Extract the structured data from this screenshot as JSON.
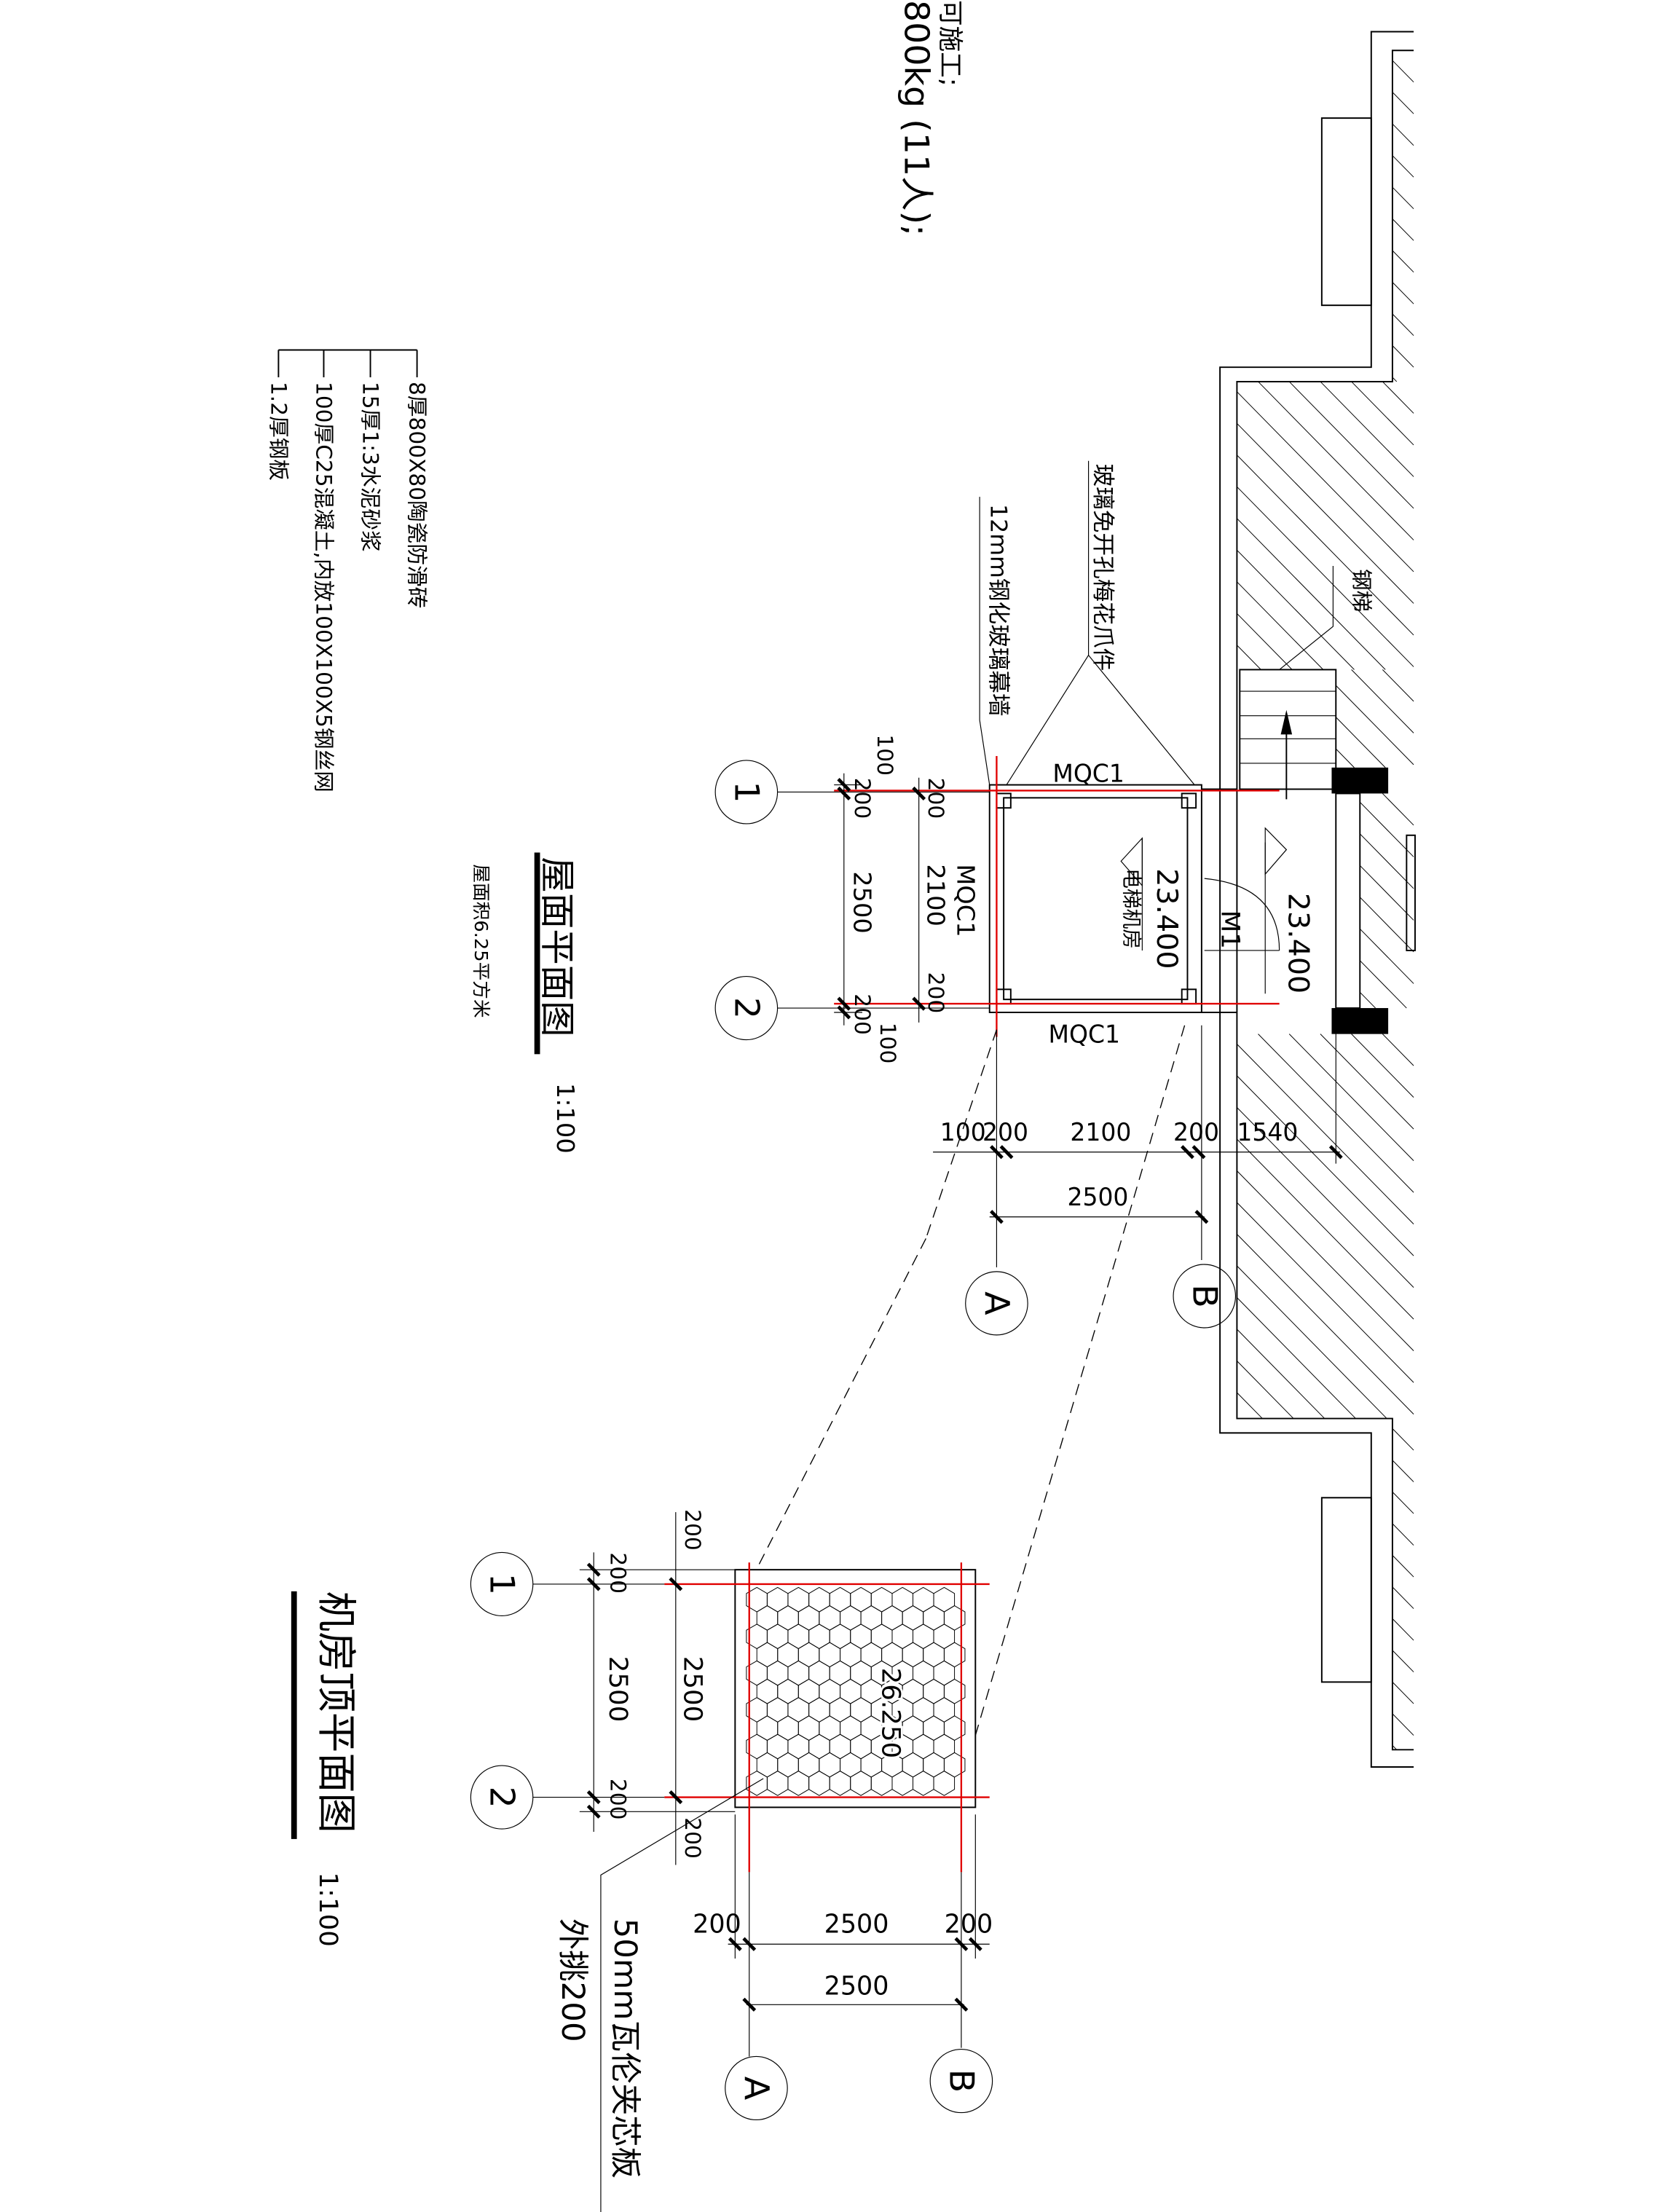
{
  "notes_top": {
    "line1": "可施工;",
    "line2": "800kg (11人);"
  },
  "legend": {
    "items": [
      "8厚800X80陶瓷防滑砖",
      "15厚1:3水泥砂浆",
      "100厚C25混凝土,内放100X100X5钢丝网",
      "1.2厚钢板"
    ]
  },
  "roof_plan": {
    "title": "屋面平面图",
    "scale": "1:100",
    "area_note": "屋面积6.25平方米",
    "labels": {
      "steel_stair": "钢梯",
      "spider_fitting": "玻璃免开孔梅花爪件",
      "glass_curtain": "12mm钢化玻璃幕墙",
      "mqc_top": "MQC1",
      "mqc_bottom": "MQC1",
      "mqc_left": "MQC1",
      "room_name": "电梯机房",
      "elev_room": "23.400",
      "elev_out": "23.400",
      "door": "M1"
    },
    "grid": {
      "g1": "1",
      "g2": "2",
      "gA": "A",
      "gB": "B"
    },
    "dims_vertical_outer": [
      "100",
      "200",
      "2500",
      "200",
      "100"
    ],
    "dims_vertical_inner": [
      "200",
      "2100",
      "200"
    ],
    "dims_horizontal_top": [
      "100",
      "200",
      "2100",
      "200",
      "1540"
    ],
    "dims_horizontal_total": "2500"
  },
  "machine_roof_plan": {
    "title": "机房顶平面图",
    "scale": "1:100",
    "elevation": "26.250",
    "panel_note": "50mm瓦伦夹芯板",
    "overhang_note": "外挑200",
    "grid": {
      "g1": "1",
      "g2": "2",
      "gA": "A",
      "gB": "B"
    },
    "dims_vertical_inner": [
      "200",
      "2500",
      "200"
    ],
    "dims_vertical_outer": [
      "200",
      "2500",
      "200"
    ],
    "dims_horizontal_top": [
      "200",
      "2500",
      "200"
    ],
    "dims_horizontal_total": "2500"
  },
  "colors": {
    "axis_red": "#e00000",
    "line": "#000000"
  }
}
